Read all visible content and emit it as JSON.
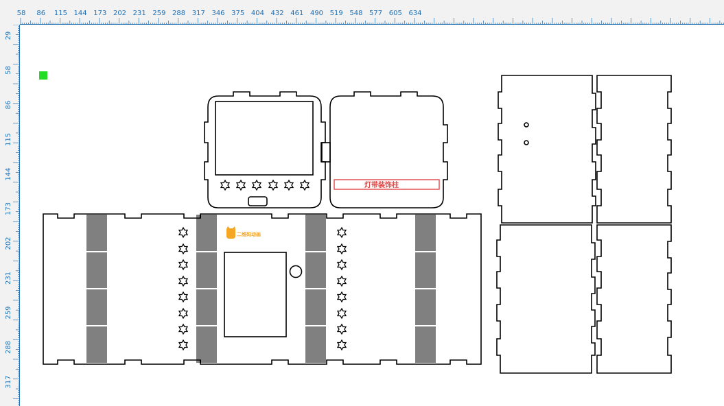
{
  "ruler": {
    "unit": "mm",
    "top_ticks": [
      "58",
      "86",
      "115",
      "144",
      "173",
      "202",
      "231",
      "259",
      "288",
      "317",
      "346",
      "375",
      "404",
      "432",
      "461",
      "490",
      "519",
      "548",
      "577",
      "605",
      "634"
    ],
    "left_ticks": [
      "29",
      "58",
      "86",
      "115",
      "144",
      "173",
      "202",
      "231",
      "259",
      "288",
      "317"
    ],
    "color": "#1f6fb2"
  },
  "canvas": {
    "accent_marker_color": "#22dd22",
    "logo_color": "#f5a623",
    "label_color": "#e04646",
    "line_color": "#000000"
  },
  "label_text": "灯带装饰柱",
  "logo_text": "二维码动画"
}
